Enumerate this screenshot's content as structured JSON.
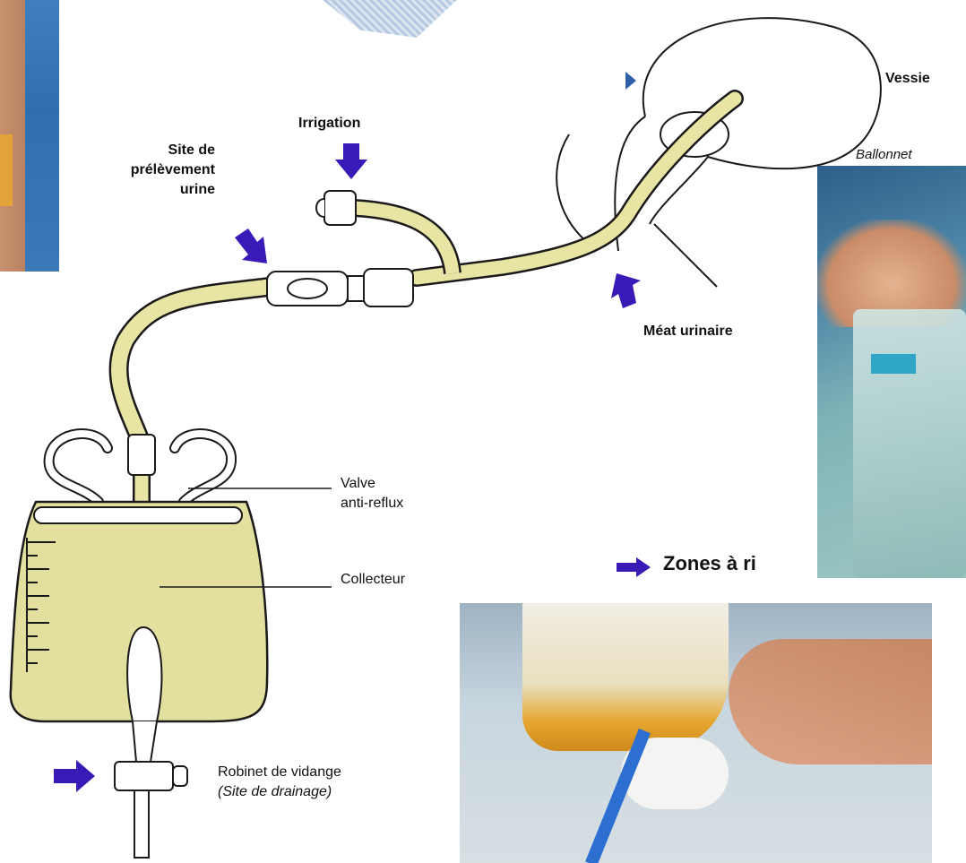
{
  "labels": {
    "vessie": "Vessie",
    "ballonnet": "Ballonnet",
    "irrigation": "Irrigation",
    "site_line1": "Site de",
    "site_line2": "prélèvement",
    "site_line3": "urine",
    "meat": "Méat urinaire",
    "valve_line1": "Valve",
    "valve_line2": "anti-reflux",
    "collecteur": "Collecteur",
    "robinet_line1": "Robinet de vidange",
    "robinet_line2": "(Site de drainage)",
    "zones": "Zones à ri"
  },
  "colors": {
    "tube_fill": "#e8e4a4",
    "bag_fill": "#e3df9e",
    "arrow": "#3a1ab6",
    "outline": "#1a1a1a"
  },
  "icons": {
    "arrow": "arrow-icon"
  }
}
